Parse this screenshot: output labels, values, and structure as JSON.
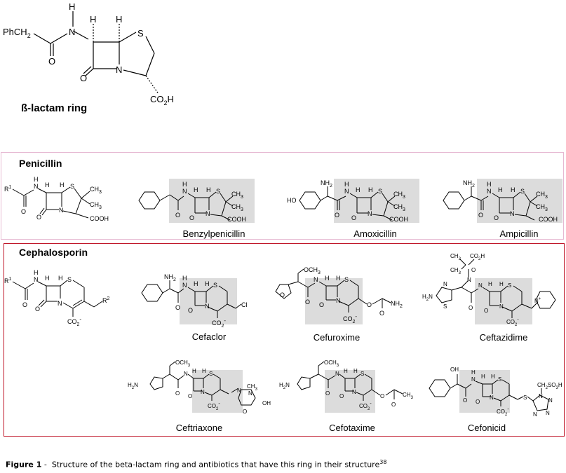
{
  "top": {
    "title": "ß-lactam ring"
  },
  "penicillin": {
    "title": "Penicillin",
    "labels": [
      "Benzylpenicillin",
      "Amoxicillin",
      "Ampicillin"
    ]
  },
  "cephalosporin": {
    "title": "Cephalosporin",
    "labels_row1": [
      "Cefaclor",
      "Cefuroxime",
      "Ceftazidime"
    ],
    "labels_row2": [
      "Ceftriaxone",
      "Cefotaxime",
      "Cefonicid"
    ]
  },
  "caption": {
    "prefix": "Figure 1",
    "dash": " -  ",
    "text": "Structure of the beta-lactam ring and antibiotics that have this ring in their structure",
    "ref": "38"
  },
  "atoms": {
    "H": "H",
    "N": "N",
    "S": "S",
    "O": "O",
    "Cl": "Cl",
    "R": "R",
    "PhCH2": "PhCH",
    "two": "2",
    "CO2H": "CO",
    "CH3": "CH",
    "three": "3",
    "COOH": "COOH",
    "NH2": "NH",
    "HO": "HO",
    "OH": "OH",
    "OCH3": "OCH",
    "CO2minus": "CO",
    "CH2SO3H": "CH",
    "SO3H": "SO",
    "one": "1",
    "minus": "-",
    "plus": "+"
  },
  "colors": {
    "shade": "#dcdcdc",
    "cephBorder": "#c0172a",
    "penBorder": "#e6b8d2"
  }
}
